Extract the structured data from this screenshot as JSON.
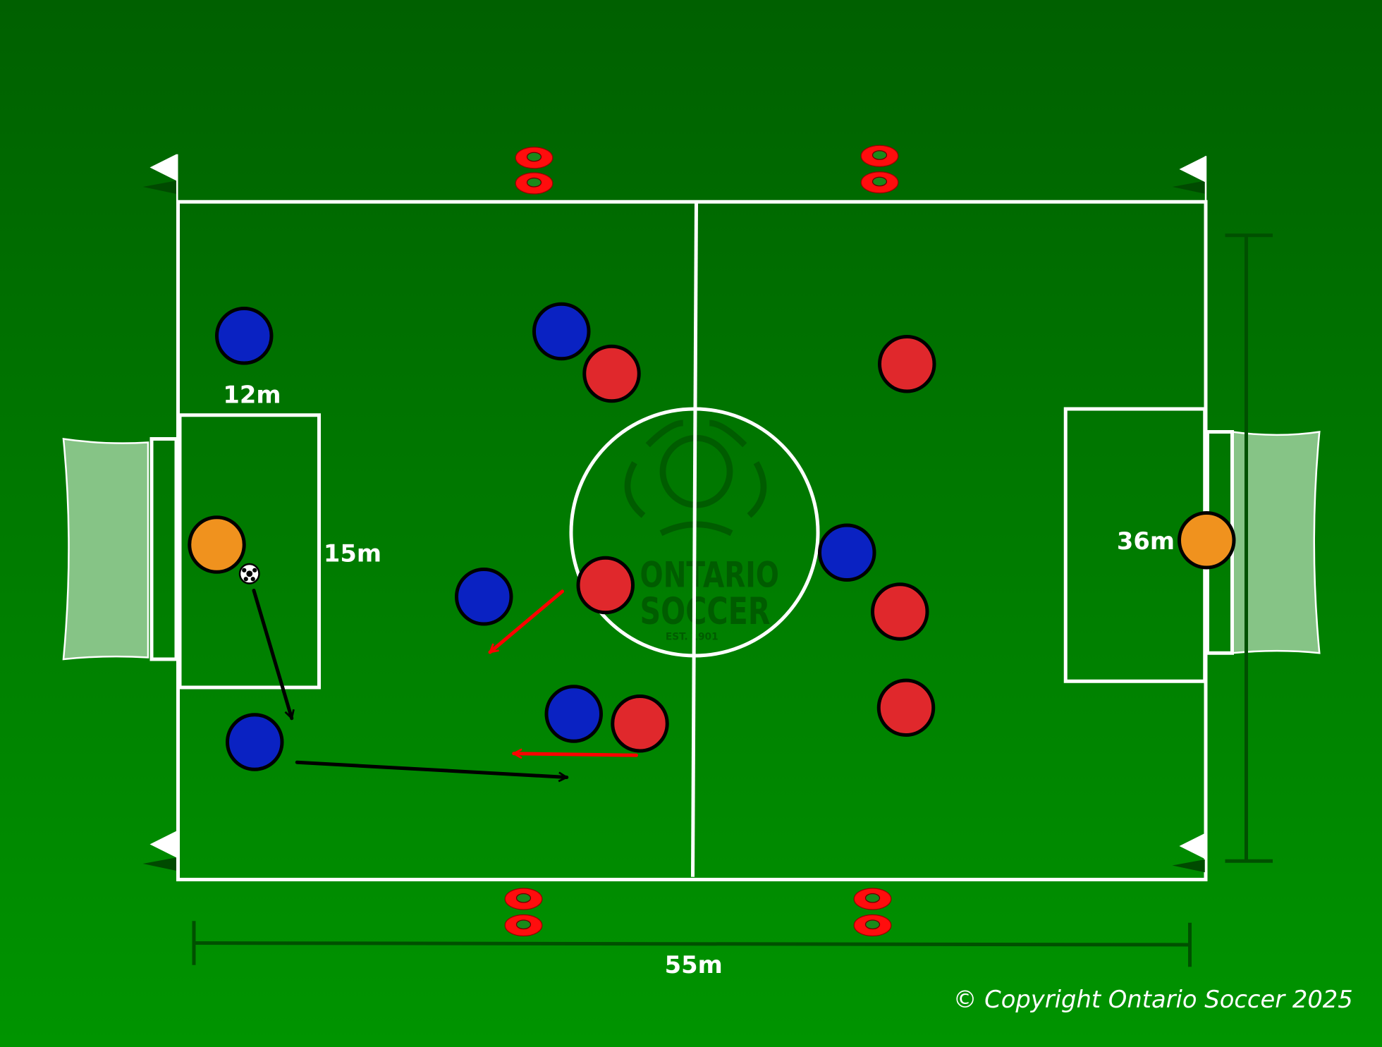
{
  "labels": {
    "penalty_box_width": "12m",
    "penalty_box_length": "15m",
    "field_width": "36m",
    "field_length": "55m"
  },
  "copyright": "© Copyright Ontario Soccer 2025",
  "watermark": {
    "line1": "ONTARIO",
    "line2": "SOCCER",
    "line3": "EST. 1901"
  },
  "colors": {
    "field_top": "#006000",
    "field_bottom": "#009400",
    "line": "#ffffff",
    "team_blue": "#0a22c2",
    "team_red": "#e0282c",
    "goalkeeper": "#f0921e",
    "cone": "#ff0d0d",
    "pass_arrow": "#000000",
    "defender_arrow": "#ff0000",
    "net": "#86c486"
  },
  "players": {
    "blue_count": 6,
    "red_count": 6,
    "goalkeeper_count": 2
  }
}
